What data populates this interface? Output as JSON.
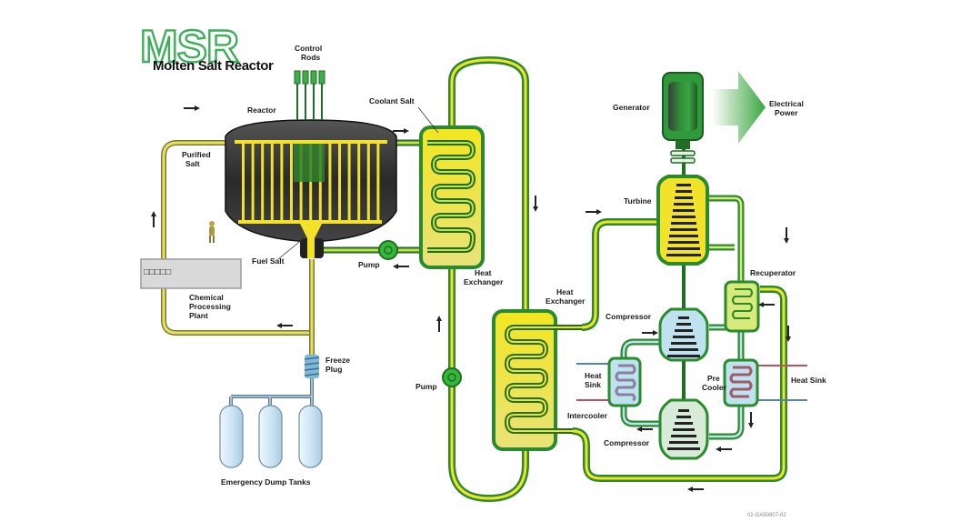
{
  "title": {
    "acronym": "MSR",
    "subtitle": "Molten Salt Reactor"
  },
  "labels": {
    "control_rods": [
      "Control",
      "Rods"
    ],
    "reactor": "Reactor",
    "purified_salt": [
      "Purified",
      "Salt"
    ],
    "fuel_salt": "Fuel Salt",
    "coolant_salt": "Coolant Salt",
    "pump_primary": "Pump",
    "heat_exchanger_primary": [
      "Heat",
      "Exchanger"
    ],
    "chemical_processing_plant": [
      "Chemical",
      "Processing",
      "Plant"
    ],
    "freeze_plug": [
      "Freeze",
      "Plug"
    ],
    "emergency_dump_tanks": "Emergency Dump Tanks",
    "pump_secondary": "Pump",
    "heat_exchanger_secondary": [
      "Heat",
      "Exchanger"
    ],
    "generator": "Generator",
    "electrical_power": [
      "Electrical",
      "Power"
    ],
    "turbine": "Turbine",
    "recuperator": "Recuperator",
    "compressor_upper": "Compressor",
    "compressor_lower": "Compressor",
    "heat_sink_left": [
      "Heat",
      "Sink"
    ],
    "intercooler": "Intercooler",
    "pre_cooler": [
      "Pre",
      "Cooler"
    ],
    "heat_sink_right": "Heat Sink",
    "processing_plant_display": "□□□□□",
    "reference_code": "02-GA50807-02"
  },
  "colors": {
    "salt_yellow": "#f2e32a",
    "pipe_green": "#2a8a2e",
    "bright_green": "#35b83a",
    "reactor_dark": "#2e2e2e",
    "coolant_blue": "#b9dcef",
    "hot_red": "#c0505a",
    "cold_blue": "#5a7fb0",
    "tank_blue": "#d6ebf7"
  }
}
